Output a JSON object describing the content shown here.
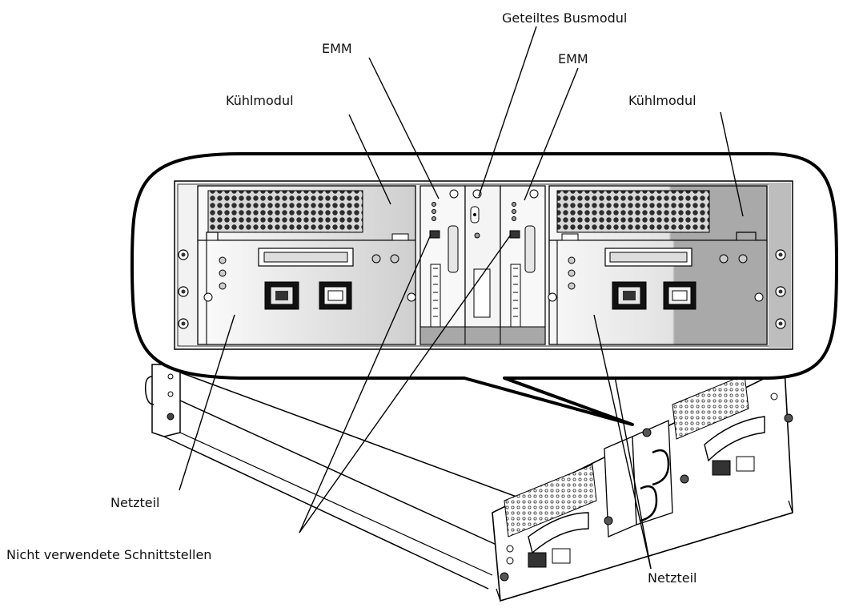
{
  "labels": {
    "emm_left": "EMM",
    "emm_right": "EMM",
    "shared_bus": "Geteiltes Busmodul",
    "cooling_left": "Kühlmodul",
    "cooling_right": "Kühlmodul",
    "psu_left": "Netzteil",
    "psu_right": "Netzteil",
    "unused_ports": "Nicht verwendete Schnittstellen"
  },
  "colors": {
    "line": "#000000",
    "panel_light": "#f4f4f4",
    "panel_mid": "#d9d9d9",
    "panel_dark": "#a8a8a8",
    "vent": "#3a3a3a"
  }
}
